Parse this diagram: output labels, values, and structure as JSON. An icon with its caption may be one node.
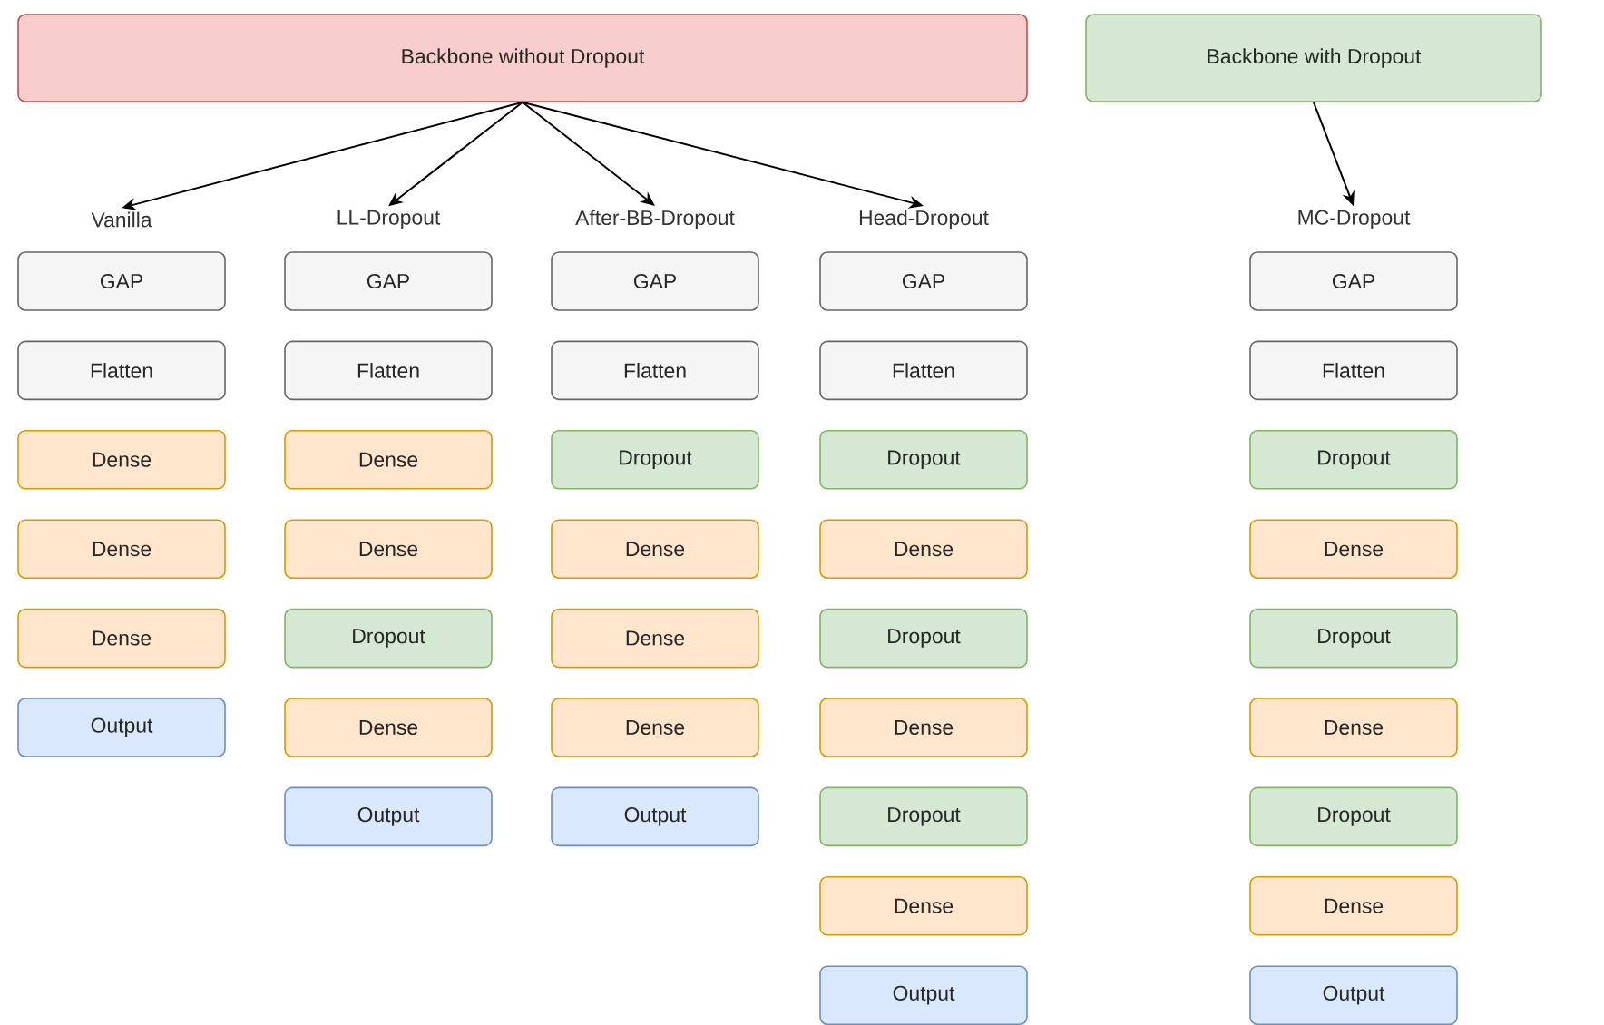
{
  "diagram": {
    "nodes": [
      {
        "text": [
          "Backbone without Dropout"
        ]
      },
      {
        "text": [
          "Backbone with Dropout"
        ]
      },
      {
        "text": [
          "Vanilla"
        ]
      },
      {
        "text": [
          "LL-Dropout"
        ]
      },
      {
        "text": [
          "After-BB-Dropout"
        ]
      },
      {
        "text": [
          "Head-Dropout"
        ]
      },
      {
        "text": [
          "MC-Dropout"
        ]
      },
      {
        "text": [
          "GAP"
        ]
      },
      {
        "text": [
          "Flatten"
        ]
      },
      {
        "text": [
          "Dense"
        ]
      },
      {
        "text": [
          "Dense"
        ]
      },
      {
        "text": [
          "Dense"
        ]
      },
      {
        "text": [
          "Output"
        ]
      },
      {
        "text": [
          "GAP"
        ]
      },
      {
        "text": [
          "Flatten"
        ]
      },
      {
        "text": [
          "Dense"
        ]
      },
      {
        "text": [
          "Dense"
        ]
      },
      {
        "text": [
          "Dropout"
        ]
      },
      {
        "text": [
          "Dense"
        ]
      },
      {
        "text": [
          "Output"
        ]
      },
      {
        "text": [
          "GAP"
        ]
      },
      {
        "text": [
          "Flatten"
        ]
      },
      {
        "text": [
          "Dropout"
        ]
      },
      {
        "text": [
          "Dense"
        ]
      },
      {
        "text": [
          "Dense"
        ]
      },
      {
        "text": [
          "Dense"
        ]
      },
      {
        "text": [
          "Output"
        ]
      },
      {
        "text": [
          "GAP"
        ]
      },
      {
        "text": [
          "Flatten"
        ]
      },
      {
        "text": [
          "Dropout"
        ]
      },
      {
        "text": [
          "Dense"
        ]
      },
      {
        "text": [
          "Dropout"
        ]
      },
      {
        "text": [
          "Dense"
        ]
      },
      {
        "text": [
          "Dropout"
        ]
      },
      {
        "text": [
          "Dense"
        ]
      },
      {
        "text": [
          "Output"
        ]
      },
      {
        "text": [
          "GAP"
        ]
      },
      {
        "text": [
          "Flatten"
        ]
      },
      {
        "text": [
          "Dropout"
        ]
      },
      {
        "text": [
          "Dense"
        ]
      },
      {
        "text": [
          "Dropout"
        ]
      },
      {
        "text": [
          "Dense"
        ]
      },
      {
        "text": [
          "Dropout"
        ]
      },
      {
        "text": [
          "Dense"
        ]
      },
      {
        "text": [
          "Output"
        ]
      }
    ],
    "edges": [
      {
        "from": 0,
        "to": 2,
        "arrow": "to"
      },
      {
        "from": 0,
        "to": 3,
        "arrow": "to"
      },
      {
        "from": 0,
        "to": 4,
        "arrow": "to"
      },
      {
        "from": 0,
        "to": 5,
        "arrow": "to"
      },
      {
        "from": 1,
        "to": 6,
        "arrow": "to"
      }
    ]
  }
}
